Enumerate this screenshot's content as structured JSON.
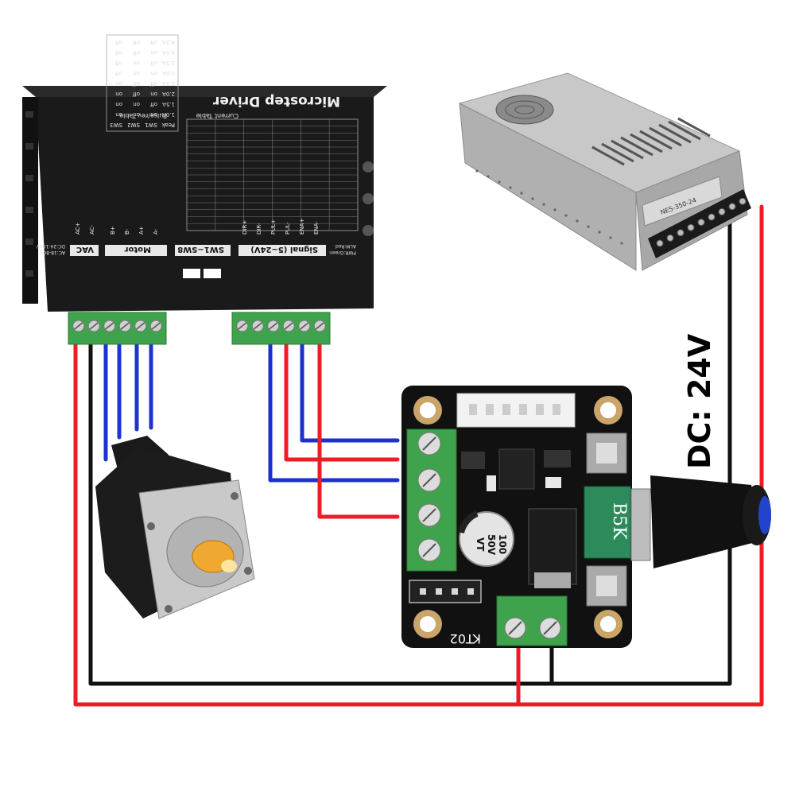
{
  "driver": {
    "title": "Microstep Driver",
    "current_table_title": "Current Table",
    "current_table_header": [
      "Peak",
      "SW1",
      "SW2",
      "SW3"
    ],
    "current_table_rows": [
      [
        "1.0A",
        "on",
        "on",
        "on"
      ],
      [
        "1.5A",
        "off",
        "on",
        "on"
      ],
      [
        "2.0A",
        "on",
        "off",
        "on"
      ],
      [
        "2.5A",
        "off",
        "off",
        "on"
      ],
      [
        "3.0A",
        "on",
        "on",
        "off"
      ],
      [
        "3.5A",
        "off",
        "on",
        "off"
      ],
      [
        "4.0A",
        "on",
        "off",
        "off"
      ],
      [
        "4.2A",
        "off",
        "off",
        "off"
      ]
    ],
    "step_table_title": "Pulse/rev Table",
    "terminal_groups": {
      "vac": "VAC",
      "motor": "Motor",
      "switches": "SW1~SW8",
      "signal": "Signal (5~24V)"
    },
    "side_note_lines": [
      "PWR:Green",
      "ALM:Red"
    ],
    "input_note_lines": [
      "AC:18-80V",
      "DC:24-100V"
    ],
    "vac_pins": [
      "AC-",
      "AC+"
    ],
    "motor_pins": [
      "A-",
      "A+",
      "B-",
      "B+"
    ],
    "signal_pins": [
      "ENA-",
      "ENA+",
      "PUL-",
      "PUL+",
      "DIR-",
      "DIR+"
    ]
  },
  "psu": {
    "model": "NES-350-24"
  },
  "controller": {
    "capacitor_lines": [
      "100",
      "50V",
      "VT"
    ],
    "pot_label": "B5K",
    "board_label": "KT02"
  },
  "power_label": "DC: 24V",
  "colors": {
    "positive_wire": "#ee1c24",
    "negative_wire": "#111111",
    "signal_wire_blue": "#1c2fd1",
    "motor_wire_blue": "#1d33cf",
    "terminal_green": "#3fa34d",
    "driver_body": "#1a1a1a",
    "pcb": "#111111"
  }
}
